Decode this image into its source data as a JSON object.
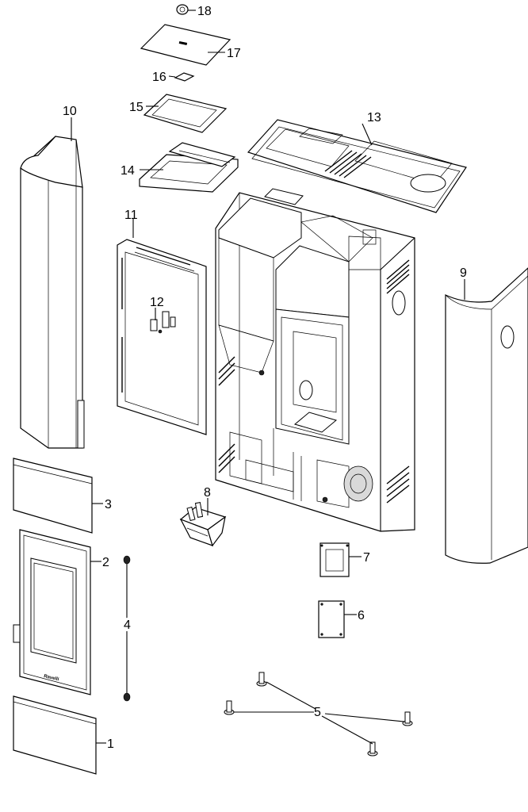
{
  "labels": {
    "p1": "1",
    "p2": "2",
    "p3": "3",
    "p4": "4",
    "p5": "5",
    "p6": "6",
    "p7": "7",
    "p8": "8",
    "p9": "9",
    "p10": "10",
    "p11": "11",
    "p12": "12",
    "p13": "13",
    "p14": "14",
    "p15": "15",
    "p16": "16",
    "p17": "17",
    "p18": "18"
  },
  "door_logo": "Ravelli",
  "colors": {
    "line": "#000000",
    "background": "#ffffff",
    "shade": "#d9d9d9"
  }
}
